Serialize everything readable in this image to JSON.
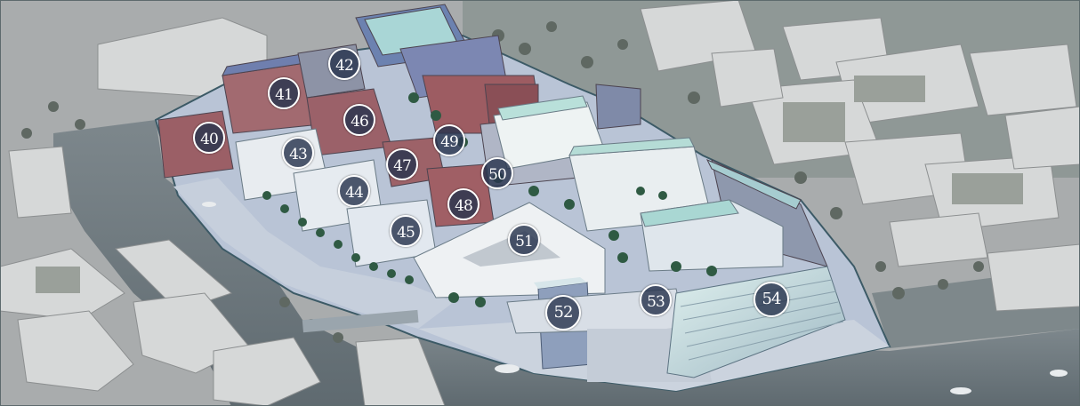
{
  "map": {
    "markers": [
      {
        "label": "40"
      },
      {
        "label": "41"
      },
      {
        "label": "42"
      },
      {
        "label": "43"
      },
      {
        "label": "44"
      },
      {
        "label": "45"
      },
      {
        "label": "46"
      },
      {
        "label": "47"
      },
      {
        "label": "48"
      },
      {
        "label": "49"
      },
      {
        "label": "50"
      },
      {
        "label": "51"
      },
      {
        "label": "52"
      },
      {
        "label": "53"
      },
      {
        "label": "54"
      }
    ],
    "colors": {
      "water": "#6f7a80",
      "ground_gray": "#a7aaab",
      "highlight_ground": "#b9c4d6",
      "brick": "#9b5f66",
      "roof_teal": "#a7d3d1",
      "marker_fill": "#28344e",
      "marker_border": "#ffffff"
    }
  }
}
